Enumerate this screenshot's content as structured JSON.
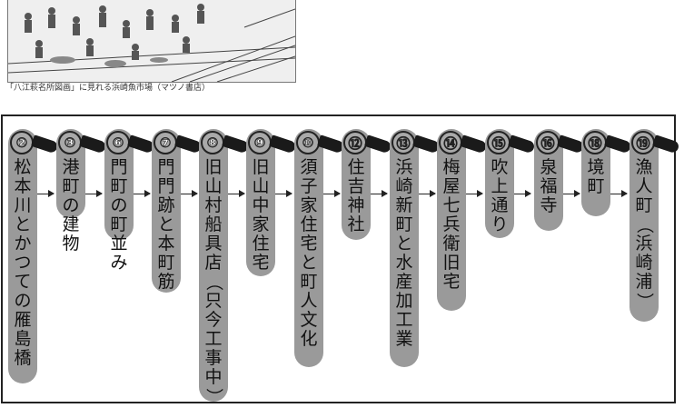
{
  "illustration": {
    "caption": "「八江萩名所図画」に見れる浜崎魚市場（マツノ書店）"
  },
  "route": {
    "stops": [
      {
        "number": "②",
        "name": "松本川とかつての雁島橋"
      },
      {
        "number": "③",
        "name": "港町の建物"
      },
      {
        "number": "⑥",
        "name": "門町の町並み"
      },
      {
        "number": "⑦",
        "name": "門門跡と本町筋"
      },
      {
        "number": "⑧",
        "name": "旧山村船具店（只今工事中）"
      },
      {
        "number": "⑨",
        "name": "旧山中家住宅"
      },
      {
        "number": "⑩",
        "name": "須子家住宅と町人文化"
      },
      {
        "number": "⑫",
        "name": "住吉神社"
      },
      {
        "number": "⑬",
        "name": "浜崎新町と水産加工業"
      },
      {
        "number": "⑭",
        "name": "梅屋七兵衛旧宅"
      },
      {
        "number": "⑮",
        "name": "吹上通り"
      },
      {
        "number": "⑯",
        "name": "泉福寺"
      },
      {
        "number": "⑱",
        "name": "境町"
      },
      {
        "number": "⑲",
        "name": "漁人町（浜崎浦）"
      }
    ]
  }
}
